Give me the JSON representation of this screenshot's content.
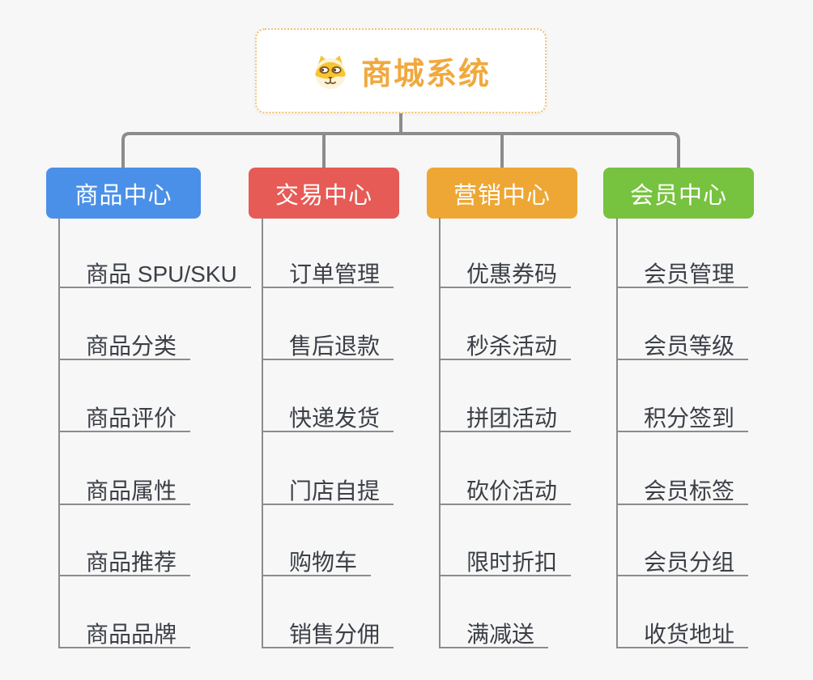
{
  "root": {
    "title": "商城系统",
    "icon": "dog-face-icon"
  },
  "branches": [
    {
      "label": "商品中心",
      "color": "#4a90e8",
      "items": [
        "商品 SPU/SKU",
        "商品分类",
        "商品评价",
        "商品属性",
        "商品推荐",
        "商品品牌"
      ]
    },
    {
      "label": "交易中心",
      "color": "#e65b56",
      "items": [
        "订单管理",
        "售后退款",
        "快递发货",
        "门店自提",
        "购物车",
        "销售分佣"
      ]
    },
    {
      "label": "营销中心",
      "color": "#eea734",
      "items": [
        "优惠券码",
        "秒杀活动",
        "拼团活动",
        "砍价活动",
        "限时折扣",
        "满减送"
      ]
    },
    {
      "label": "会员中心",
      "color": "#77c23f",
      "items": [
        "会员管理",
        "会员等级",
        "积分签到",
        "会员标签",
        "会员分组",
        "收货地址"
      ]
    }
  ],
  "style_colors": {
    "background": "#f7f7f7",
    "connector": "#8c8c8c",
    "root_accent": "#f0a93e",
    "root_border": "#f2c26d",
    "leaf_text": "#3b3f46"
  }
}
